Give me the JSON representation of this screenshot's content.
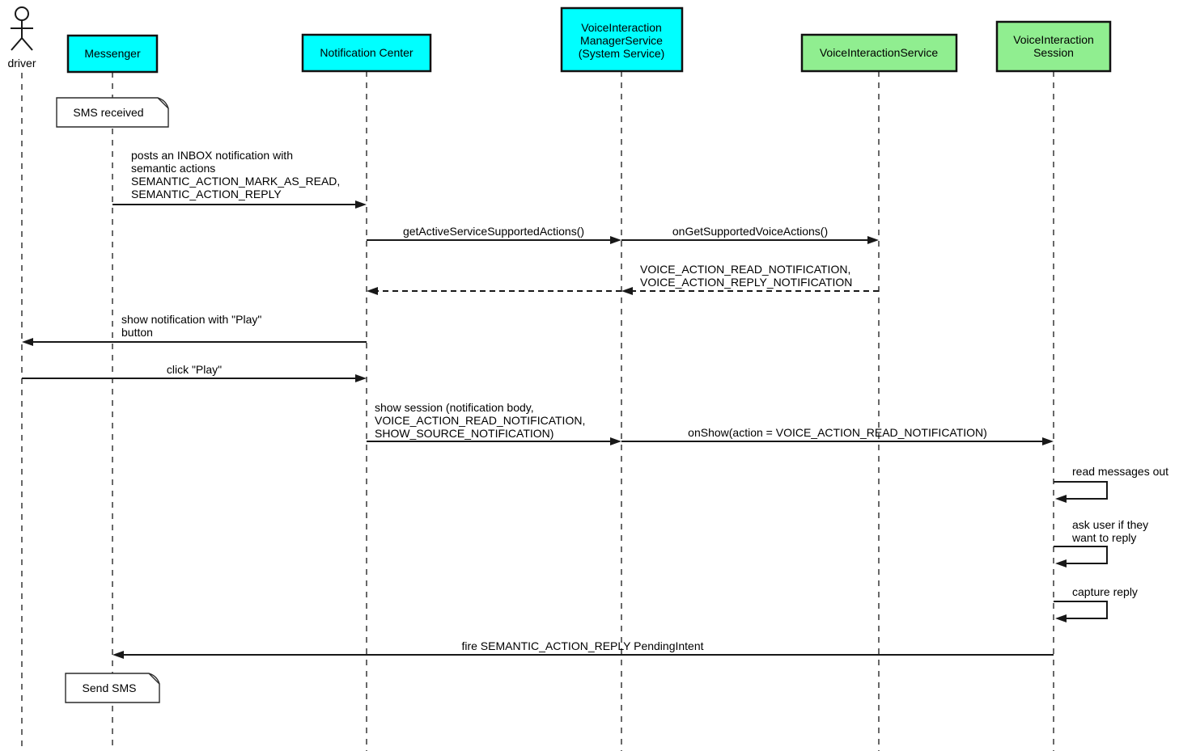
{
  "colors": {
    "cyan_participant": "#00FFFF",
    "green_participant": "#90EE90",
    "line": "#181818",
    "background": "#FFFFFF"
  },
  "actor": {
    "label": "driver"
  },
  "participants": [
    {
      "id": "messenger",
      "lines": [
        "Messenger"
      ],
      "fill": "#00FFFF"
    },
    {
      "id": "notification-center",
      "lines": [
        "Notification Center"
      ],
      "fill": "#00FFFF"
    },
    {
      "id": "voice-interaction-manager-service",
      "lines": [
        "VoiceInteraction",
        "ManagerService",
        "(System Service)"
      ],
      "fill": "#00FFFF"
    },
    {
      "id": "voice-interaction-service",
      "lines": [
        "VoiceInteractionService"
      ],
      "fill": "#90EE90"
    },
    {
      "id": "voice-interaction-session",
      "lines": [
        "VoiceInteraction",
        "Session"
      ],
      "fill": "#90EE90"
    }
  ],
  "notes": [
    {
      "id": "sms-received",
      "text": "SMS received"
    },
    {
      "id": "send-sms",
      "text": "Send SMS"
    }
  ],
  "messages": [
    {
      "from": "Messenger",
      "to": "Notification Center",
      "style": "solid",
      "lines": [
        "posts an INBOX notification with",
        "semantic actions",
        "SEMANTIC_ACTION_MARK_AS_READ,",
        "SEMANTIC_ACTION_REPLY"
      ]
    },
    {
      "from": "Notification Center",
      "to": "VoiceInteractionManagerService",
      "style": "solid",
      "lines": [
        "getActiveServiceSupportedActions()"
      ]
    },
    {
      "from": "VoiceInteractionManagerService",
      "to": "VoiceInteractionService",
      "style": "solid",
      "lines": [
        "onGetSupportedVoiceActions()"
      ]
    },
    {
      "from": "VoiceInteractionService",
      "to": "Notification Center",
      "style": "dashed-return",
      "lines": [
        "VOICE_ACTION_READ_NOTIFICATION,",
        "VOICE_ACTION_REPLY_NOTIFICATION"
      ]
    },
    {
      "from": "Notification Center",
      "to": "driver",
      "style": "solid",
      "lines": [
        "show notification with \"Play\"",
        "button"
      ]
    },
    {
      "from": "driver",
      "to": "Notification Center",
      "style": "solid",
      "lines": [
        "click \"Play\""
      ]
    },
    {
      "from": "Notification Center",
      "to": "VoiceInteractionManagerService",
      "style": "solid",
      "lines": [
        "show session (notification body,",
        "VOICE_ACTION_READ_NOTIFICATION,",
        "SHOW_SOURCE_NOTIFICATION)"
      ]
    },
    {
      "from": "VoiceInteractionManagerService",
      "to": "VoiceInteractionSession",
      "style": "solid",
      "lines": [
        "onShow(action = VOICE_ACTION_READ_NOTIFICATION)"
      ]
    },
    {
      "from": "VoiceInteractionSession",
      "to": "VoiceInteractionSession",
      "style": "self",
      "lines": [
        "read messages out"
      ]
    },
    {
      "from": "VoiceInteractionSession",
      "to": "VoiceInteractionSession",
      "style": "self",
      "lines": [
        "ask user if they",
        "want to reply"
      ]
    },
    {
      "from": "VoiceInteractionSession",
      "to": "VoiceInteractionSession",
      "style": "self",
      "lines": [
        "capture reply"
      ]
    },
    {
      "from": "VoiceInteractionSession",
      "to": "Messenger",
      "style": "solid",
      "lines": [
        "fire SEMANTIC_ACTION_REPLY PendingIntent"
      ]
    }
  ]
}
